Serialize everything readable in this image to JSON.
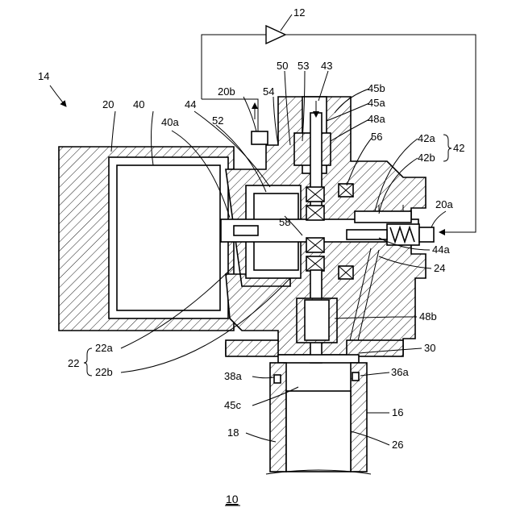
{
  "labels": {
    "pump": "12",
    "assembly": "14",
    "body": "20",
    "motor": "40",
    "motor_shaft": "40a",
    "rotor": "44",
    "bearing_cover": "52",
    "port_out": "20b",
    "seal_a": "54",
    "part_50": "50",
    "part_53": "53",
    "part_43": "43",
    "part_45b": "45b",
    "part_45a": "45a",
    "part_48a": "48a",
    "part_56": "56",
    "part_42a": "42a",
    "part_42b": "42b",
    "part_42": "42",
    "port_in": "20a",
    "part_58": "58",
    "part_44a": "44a",
    "part_24": "24",
    "part_48b": "48b",
    "part_30": "30",
    "part_22": "22",
    "part_22a": "22a",
    "part_22b": "22b",
    "part_38a": "38a",
    "part_36a": "36a",
    "part_45c": "45c",
    "part_16": "16",
    "part_18": "18",
    "part_26": "26",
    "figure_ref": "10"
  }
}
